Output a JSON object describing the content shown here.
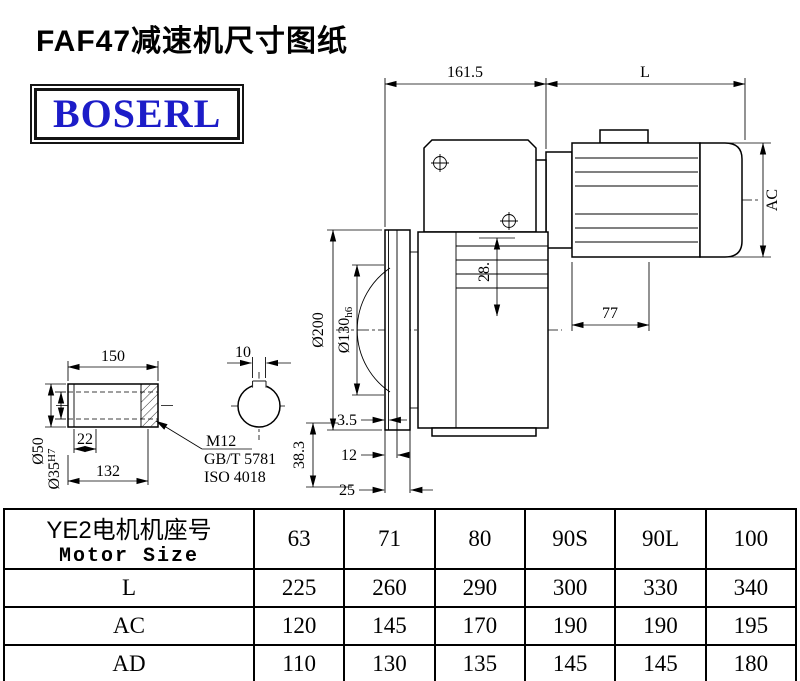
{
  "page": {
    "title": "FAF47减速机尺寸图纸",
    "logo": "BOSERL"
  },
  "drawing": {
    "dims": {
      "top_length": "161.5",
      "motor_length": "L",
      "motor_height": "AC",
      "flange_od": "Ø200",
      "spigot_d": "Ø130",
      "spigot_tol": "h6",
      "input_offset": "28.",
      "dim_77": "77",
      "shaft_length": "150",
      "key_width": "10",
      "shaft_od": "Ø50",
      "bore_d": "Ø35",
      "bore_tol": "H7",
      "dim_22": "22",
      "dim_132": "132",
      "thread": "M12",
      "std_gb": "GB/T 5781",
      "std_iso": "ISO 4018",
      "dim_3_5": "3.5",
      "dim_12": "12",
      "dim_25": "25",
      "dim_38_3": "38.3"
    }
  },
  "table": {
    "motor_label_cn": "YE2电机机座号",
    "motor_label_en": "Motor Size",
    "sizes": [
      "63",
      "71",
      "80",
      "90S",
      "90L",
      "100"
    ],
    "rows": [
      {
        "label": "L",
        "values": [
          "225",
          "260",
          "290",
          "300",
          "330",
          "340"
        ]
      },
      {
        "label": "AC",
        "values": [
          "120",
          "145",
          "170",
          "190",
          "190",
          "195"
        ]
      },
      {
        "label": "AD",
        "values": [
          "110",
          "130",
          "135",
          "145",
          "145",
          "180"
        ]
      }
    ]
  }
}
